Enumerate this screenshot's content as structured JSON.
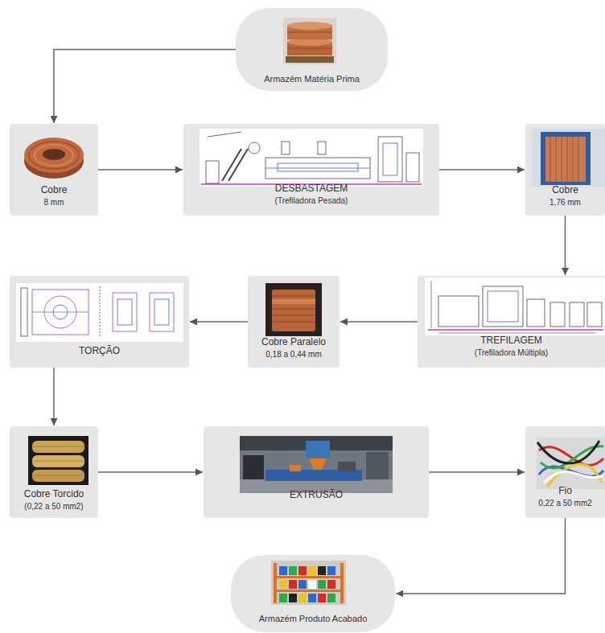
{
  "diagram": {
    "nodes": [
      {
        "text": [
          "Armazém Matéria Prima"
        ]
      },
      {
        "text": [
          "Cobre",
          "8 mm"
        ]
      },
      {
        "text": [
          "DESBASTAGEM",
          "(Trefiladora Pesada)"
        ]
      },
      {
        "text": [
          "Cobre",
          "1,76 mm"
        ]
      },
      {
        "text": [
          "TREFILAGEM",
          "(Trefiladora Múltipla)"
        ]
      },
      {
        "text": [
          "Cobre Paralelo",
          "0,18 a 0,44 mm"
        ]
      },
      {
        "text": [
          "TORÇÃO"
        ]
      },
      {
        "text": [
          "Cobre Torcido",
          "(0,22 a 50 mm2)"
        ]
      },
      {
        "text": [
          "EXTRUSÃO"
        ]
      },
      {
        "text": [
          "Fio",
          "0,22 a 50 mm2"
        ]
      },
      {
        "text": [
          "Armazém Produto Acabado"
        ]
      }
    ],
    "edges": [
      {
        "from": 0,
        "to": 1,
        "arrow": "to"
      },
      {
        "from": 1,
        "to": 2,
        "arrow": "to"
      },
      {
        "from": 2,
        "to": 3,
        "arrow": "to"
      },
      {
        "from": 3,
        "to": 4,
        "arrow": "to"
      },
      {
        "from": 4,
        "to": 5,
        "arrow": "to"
      },
      {
        "from": 5,
        "to": 6,
        "arrow": "to"
      },
      {
        "from": 6,
        "to": 7,
        "arrow": "to"
      },
      {
        "from": 7,
        "to": 8,
        "arrow": "to"
      },
      {
        "from": 8,
        "to": 9,
        "arrow": "to"
      },
      {
        "from": 9,
        "to": 10,
        "arrow": "to"
      }
    ]
  }
}
